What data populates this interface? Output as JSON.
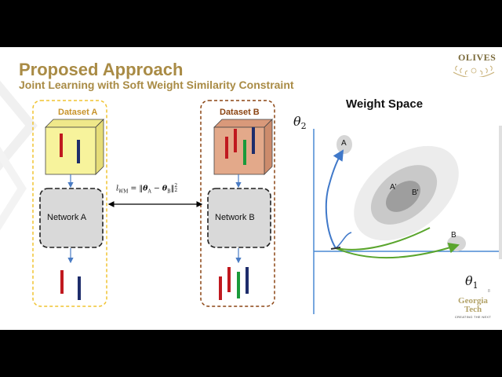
{
  "slide": {
    "title": "Proposed Approach",
    "subtitle": "Joint Learning with Soft Weight Similarity Constraint",
    "colors": {
      "accent": "#a98b45",
      "dashed_a": "#f0c330",
      "dashed_b": "#8b4513"
    }
  },
  "left_panel": {
    "dataset_a": {
      "label": "Dataset A",
      "cube_color": "#f7f39c"
    },
    "dataset_b": {
      "label": "Dataset B",
      "cube_color": "#e3a98a"
    },
    "network_a": "Network A",
    "network_b": "Network B",
    "loss_formula": "l_WM = ||θ_A − θ_B||²₂",
    "loss_parts": {
      "l": "l",
      "sub": "WM",
      "eq": " = ‖",
      "tA": "θ",
      "subA": "A",
      "minus": " − ",
      "tB": "θ",
      "subB": "B",
      "close": "‖",
      "sup": "2",
      "subn": "2"
    }
  },
  "weight_space": {
    "title": "Weight Space",
    "axis_y": {
      "sym": "θ",
      "sub": "2"
    },
    "axis_x": {
      "sym": "θ",
      "sub": "1"
    },
    "points": {
      "A": "A",
      "B": "B",
      "A_prime": "A'",
      "B_prime": "B'"
    }
  },
  "branding": {
    "olives": "OLIVES",
    "gt_line1": "Georgia",
    "gt_line2": "Tech",
    "gt_tagline": "CREATING THE NEXT",
    "page_number": "8"
  }
}
